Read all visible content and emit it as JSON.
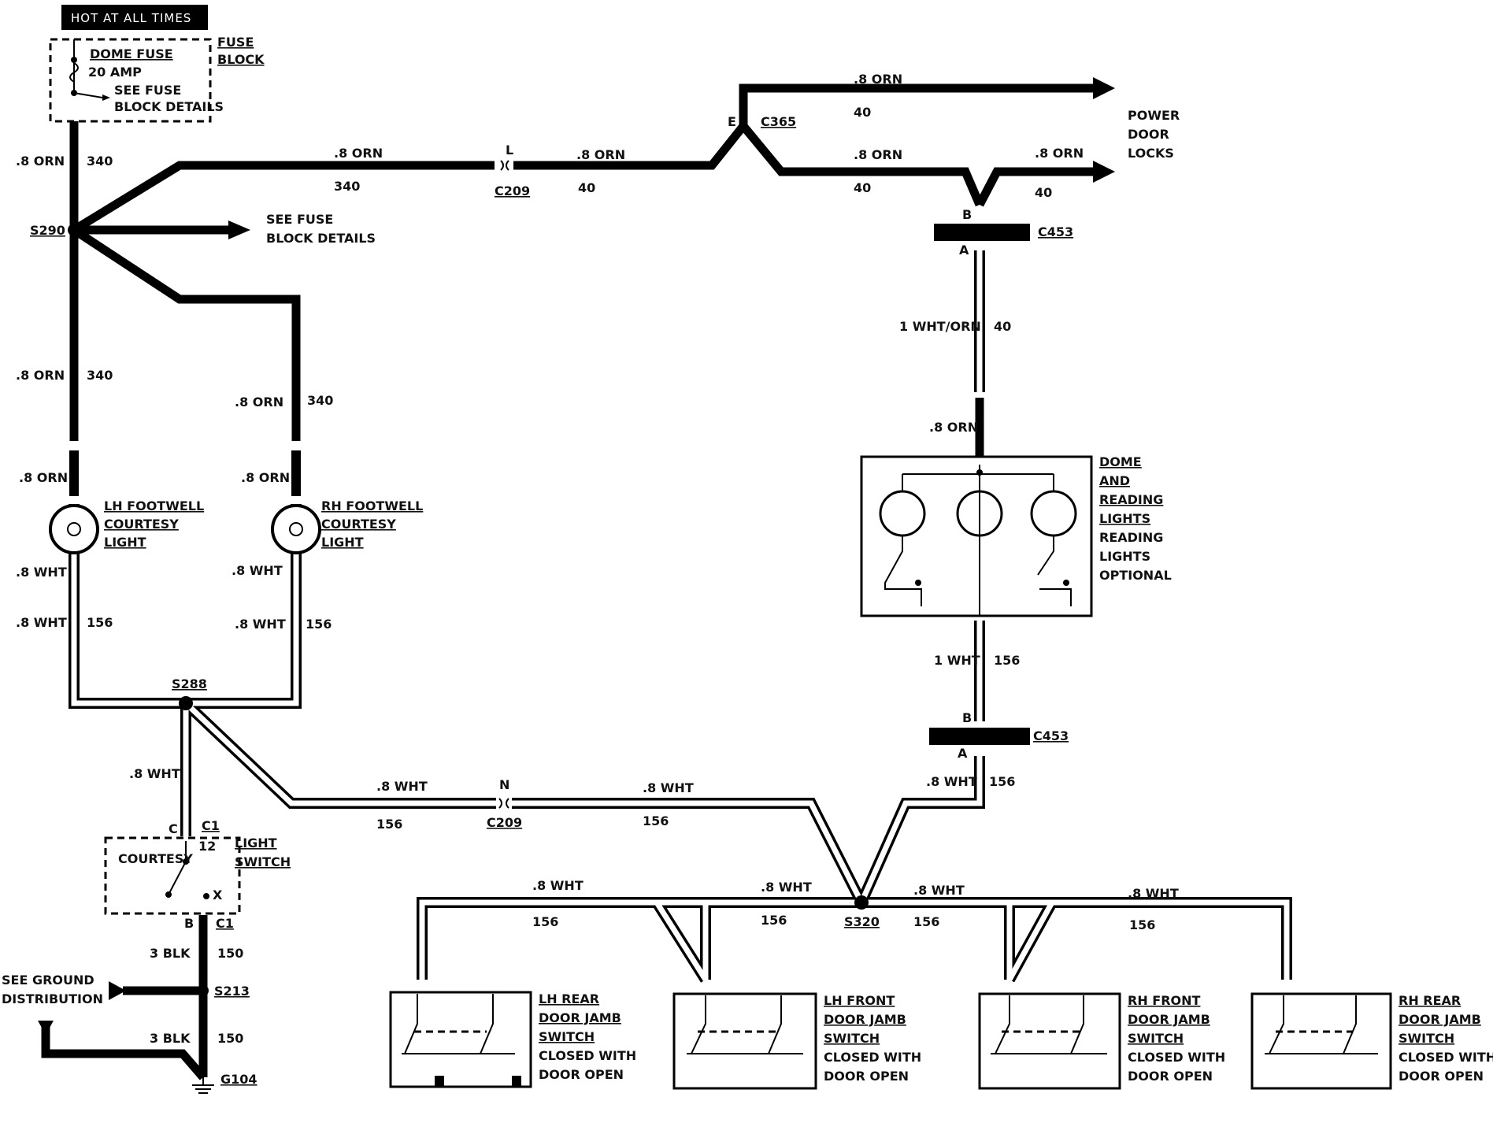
{
  "header": {
    "hot_label": "HOT AT ALL TIMES"
  },
  "fuse": {
    "name": "DOME FUSE",
    "rating": "20 AMP",
    "note_line1": "SEE FUSE",
    "note_line2": "BLOCK DETAILS",
    "block_line1": "FUSE",
    "block_line2": "BLOCK"
  },
  "splices": {
    "s290": "S290",
    "s288": "S288",
    "s320": "S320",
    "s213": "S213"
  },
  "grounds": {
    "g104": "G104"
  },
  "connectors": {
    "c209": "C209",
    "c209_pin_top": "L",
    "c209_pin_bottom": "N",
    "c365": "C365",
    "c365_pin": "E",
    "c453": "C453",
    "c453_pin_b": "B",
    "c453_pin_a": "A",
    "c1": "C1",
    "c1_pin_c": "C",
    "c1_pin_b": "B"
  },
  "wires": {
    "orn_08": ".8 ORN",
    "wht_08": ".8 WHT",
    "wht_1": "1 WHT",
    "wht_orn_1": "1 WHT/ORN",
    "blk_3": "3 BLK",
    "c340": "340",
    "c40": "40",
    "c156": "156",
    "c150": "150"
  },
  "components": {
    "see_fuse_1": "SEE FUSE",
    "see_fuse_2": "BLOCK DETAILS",
    "power_1": "POWER",
    "power_2": "DOOR",
    "power_3": "LOCKS",
    "lh_foot_1": "LH FOOTWELL",
    "lh_foot_2": "COURTESY",
    "lh_foot_3": "LIGHT",
    "rh_foot_1": "RH FOOTWELL",
    "rh_foot_2": "COURTESY",
    "rh_foot_3": "LIGHT",
    "dome_1": "DOME",
    "dome_2": "AND",
    "dome_3": "READING",
    "dome_4": "LIGHTS",
    "dome_5": "READING",
    "dome_6": "LIGHTS",
    "dome_7": "OPTIONAL",
    "light_switch_1": "LIGHT",
    "light_switch_2": "SWITCH",
    "courtesy": "COURTESY",
    "pin_12": "12",
    "pin_x": "X",
    "ground_dist_1": "SEE GROUND",
    "ground_dist_2": "DISTRIBUTION",
    "lh_rear_1": "LH REAR",
    "lh_rear_2": "DOOR JAMB",
    "lh_rear_3": "SWITCH",
    "lh_front_1": "LH FRONT",
    "lh_front_2": "DOOR JAMB",
    "lh_front_3": "SWITCH",
    "rh_front_1": "RH FRONT",
    "rh_front_2": "DOOR JAMB",
    "rh_front_3": "SWITCH",
    "rh_rear_1": "RH REAR",
    "rh_rear_2": "DOOR JAMB",
    "rh_rear_3": "SWITCH",
    "closed_1": "CLOSED WITH",
    "closed_2": "DOOR OPEN"
  }
}
